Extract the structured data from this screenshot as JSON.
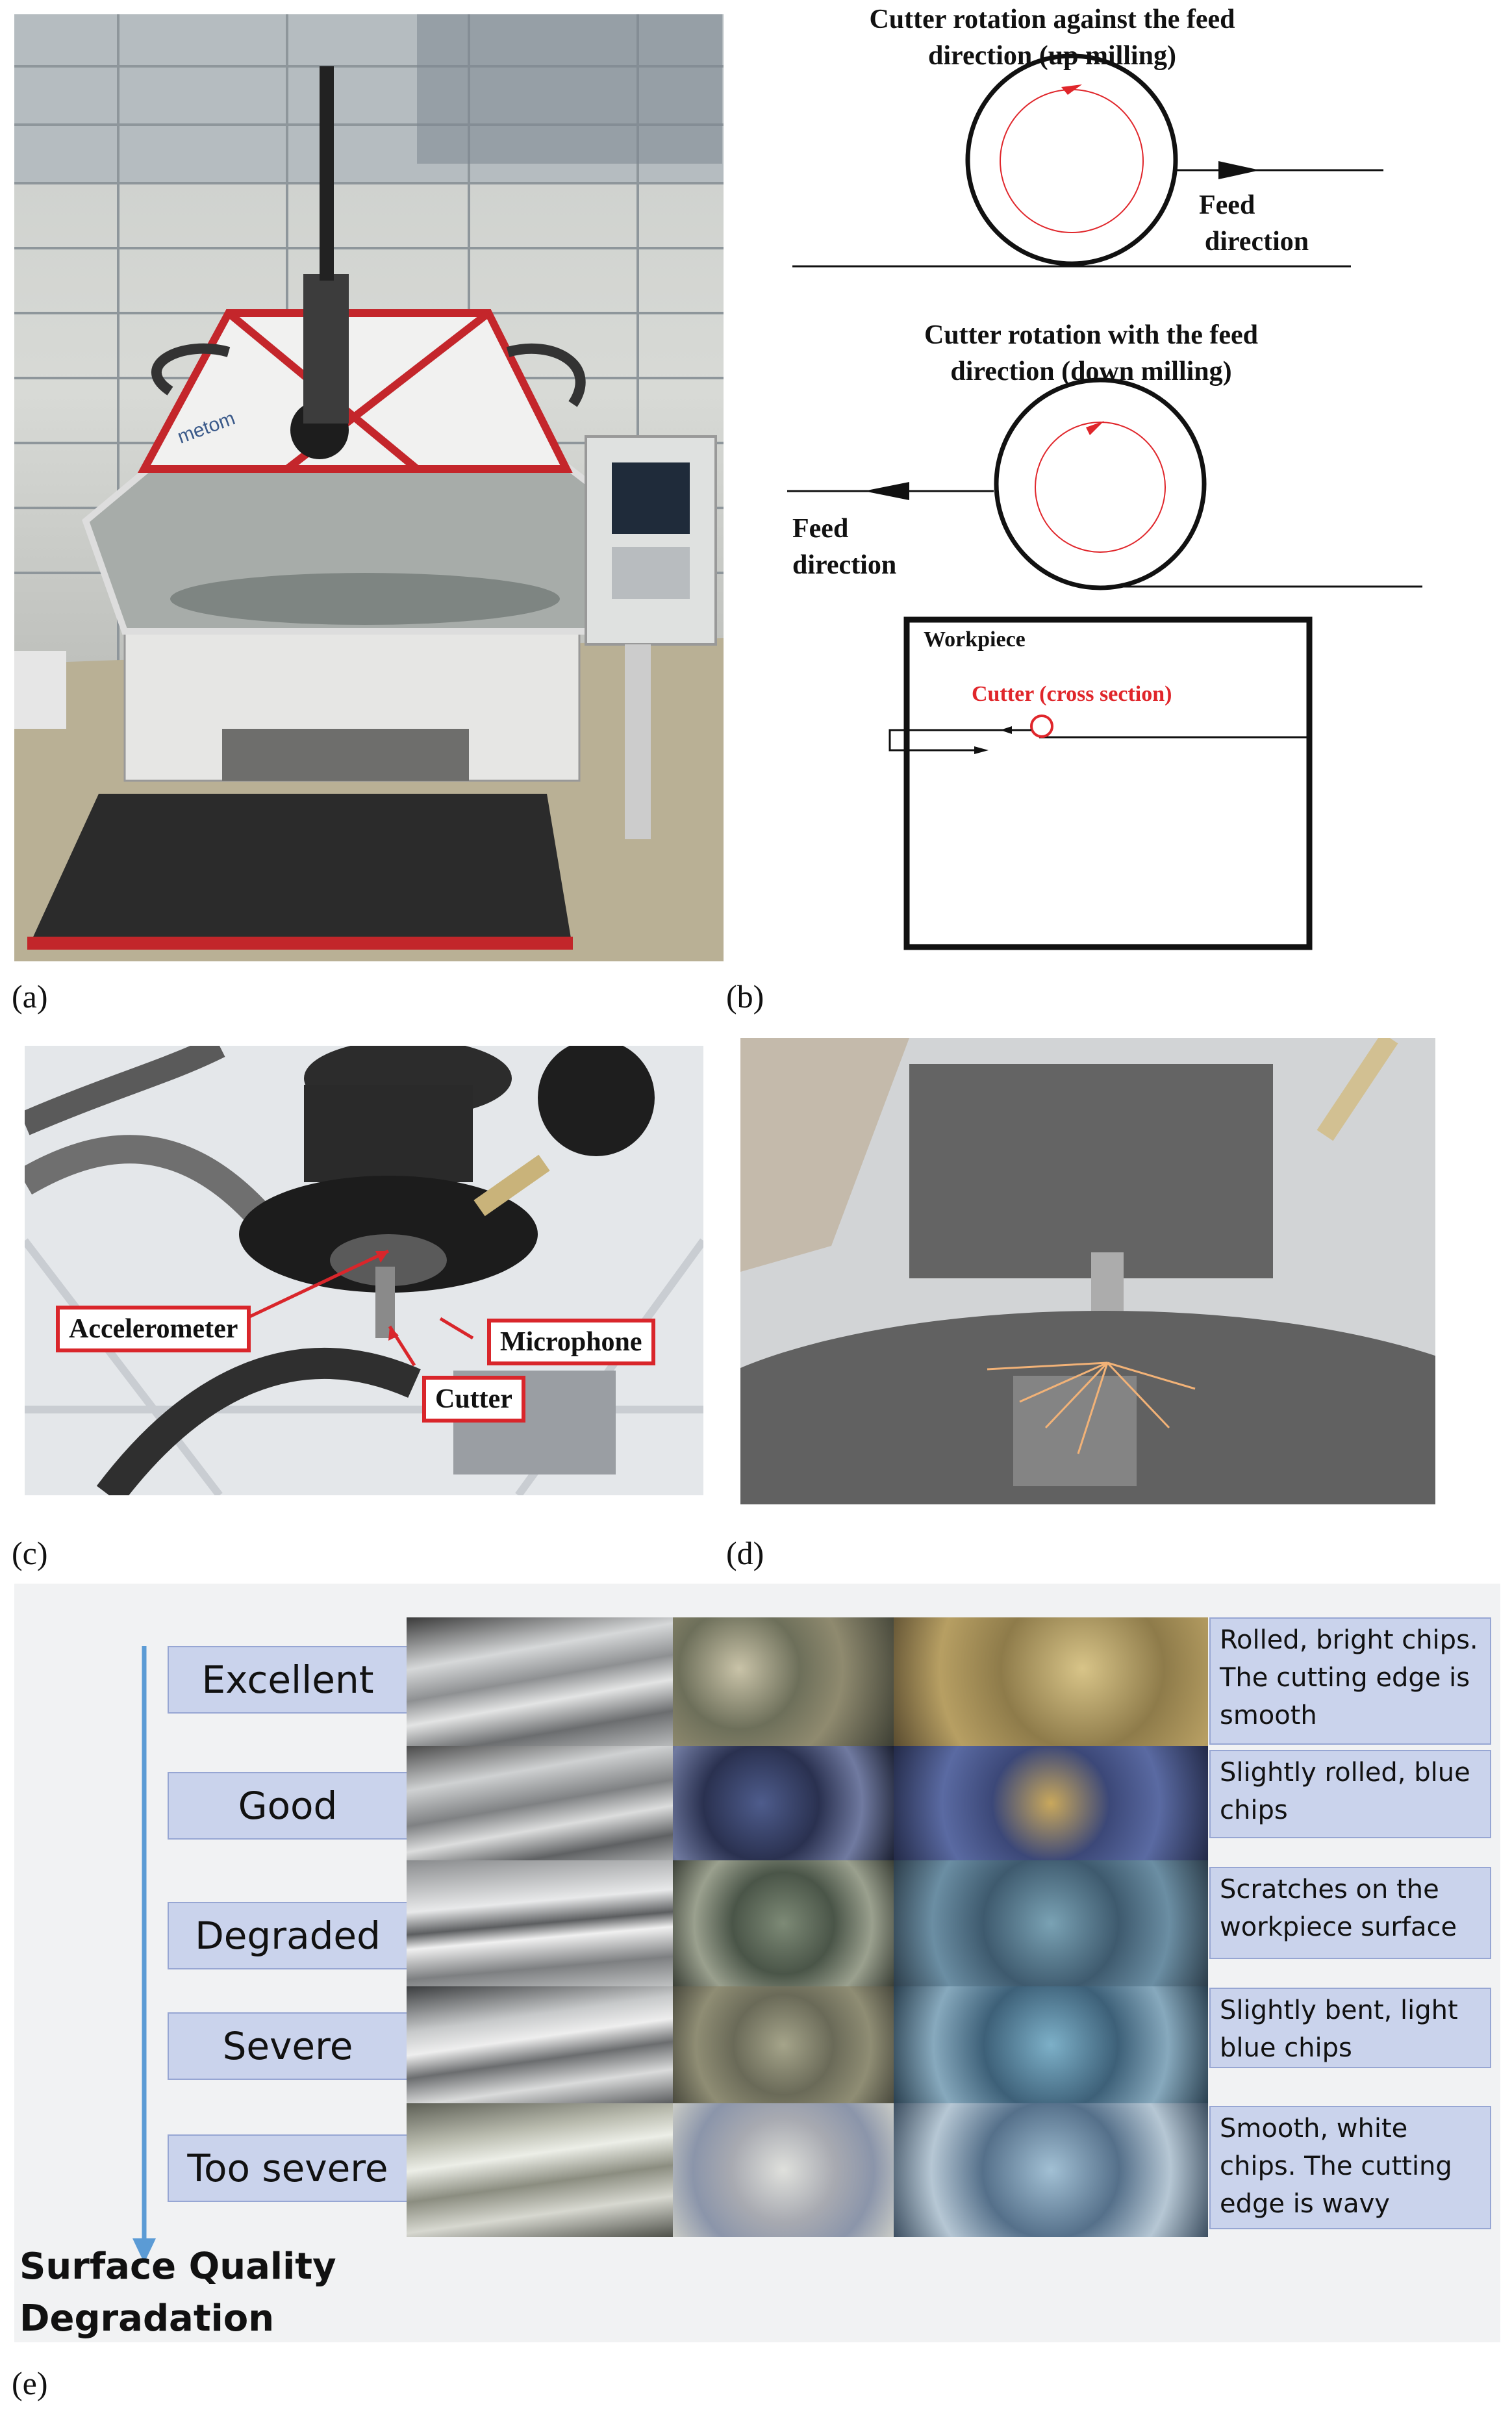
{
  "panel_a": {
    "caption": "(a)",
    "logo_text": "metom"
  },
  "panel_b": {
    "caption": "(b)",
    "up_title": "Cutter rotation against the feed direction (up milling)",
    "up_title_line1": "Cutter rotation against the feed",
    "up_title_line2": "direction (up milling)",
    "up_feed_line1": "Feed",
    "up_feed_line2": "direction",
    "down_title_line1": "Cutter rotation with the feed",
    "down_title_line2": "direction (down milling)",
    "down_feed_line1": "Feed",
    "down_feed_line2": "direction",
    "workpiece_label": "Workpiece",
    "cutter_label": "Cutter (cross section)",
    "accent_color": "#e0262b"
  },
  "panel_c": {
    "caption": "(c)",
    "accelerometer": "Accelerometer",
    "microphone": "Microphone",
    "cutter": "Cutter"
  },
  "panel_d": {
    "caption": "(d)"
  },
  "panel_e": {
    "caption": "(e)",
    "axis_label_line1": "Surface Quality",
    "axis_label_line2": "Degradation",
    "arrow_color": "#5b9bd5",
    "levels": [
      {
        "name": "Excellent",
        "description": "Rolled, bright chips. The cutting edge is smooth"
      },
      {
        "name": "Good",
        "description": "Slightly rolled, blue chips"
      },
      {
        "name": "Degraded",
        "description": "Scratches on the workpiece surface"
      },
      {
        "name": "Severe",
        "description": "Slightly bent, light blue chips"
      },
      {
        "name": "Too severe",
        "description": "Smooth, white chips. The cutting edge is wavy"
      }
    ]
  }
}
